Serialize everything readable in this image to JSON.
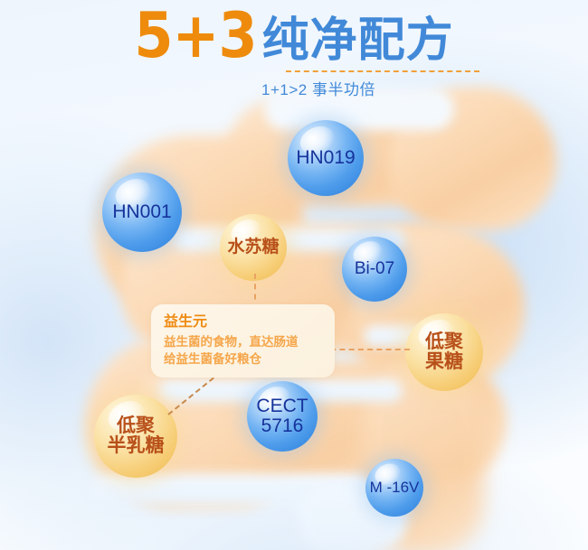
{
  "header": {
    "number": "5+3",
    "title_cn": "纯净配方",
    "subtitle": "1+1>2 事半功倍",
    "number_color": "#ee8b0d",
    "title_color": "#4189d8",
    "underline_color": "#f0a13a"
  },
  "info_card": {
    "title": "益生元",
    "line1": "益生菌的食物，直达肠道",
    "line2": "给益生菌备好粮仓",
    "title_color": "#ef8b13",
    "body_color": "#f5a64a",
    "bg_color": "#fdf4e6"
  },
  "probiotics": [
    {
      "label": "HN019",
      "type": "blue"
    },
    {
      "label": "HN001",
      "type": "blue"
    },
    {
      "label": "Bi-07",
      "type": "blue"
    },
    {
      "label_line1": "CECT",
      "label_line2": "5716",
      "type": "blue"
    },
    {
      "label": "M -16V",
      "type": "blue"
    }
  ],
  "prebiotics": [
    {
      "label": "水苏糖",
      "type": "orange"
    },
    {
      "label_line1": "低聚",
      "label_line2": "果糖",
      "type": "orange"
    },
    {
      "label_line1": "低聚",
      "label_line2": "半乳糖",
      "type": "orange"
    }
  ],
  "bubbles": {
    "hn019": "HN019",
    "hn001": "HN001",
    "bi07": "Bi-07",
    "cect_l1": "CECT",
    "cect_l2": "5716",
    "m16v": "M -16V",
    "shusutang": "水苏糖",
    "fructo_l1": "低聚",
    "fructo_l2": "果糖",
    "galacto_l1": "低聚",
    "galacto_l2": "半乳糖"
  },
  "colors": {
    "bubble_blue_text": "#16339c",
    "bubble_orange_text": "#b8501a",
    "background_blue": "#eef5fd",
    "intestine_orange": "#fbd9b4",
    "connector": "#e8a262"
  }
}
